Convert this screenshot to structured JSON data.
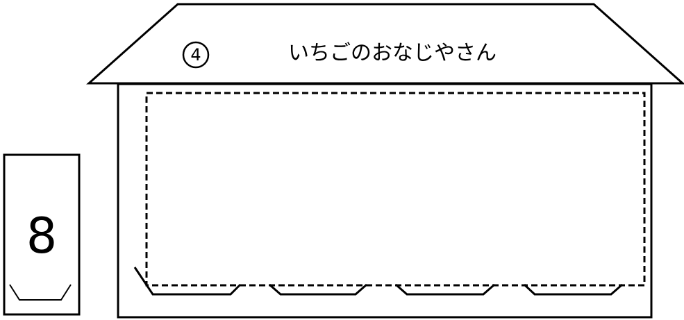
{
  "house": {
    "number": "④",
    "title": "いちごのおなじやさん",
    "pocket_count": 4
  },
  "card": {
    "number": "8"
  },
  "colors": {
    "line": "#000000",
    "background": "#ffffff"
  }
}
